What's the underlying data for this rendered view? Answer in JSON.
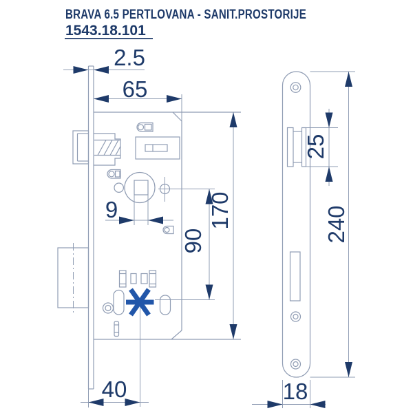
{
  "header": {
    "title": "BRAVA 6.5 PERTLOVANA - SANIT.PROSTORIJE",
    "code": "1543.18.101"
  },
  "views": {
    "left": "mortise lock side view",
    "right": "faceplate front view"
  },
  "dimensions": {
    "faceplate_thickness_mm": "2.5",
    "body_width_mm": "65",
    "follower_square_mm": "9",
    "follower_to_lock_point_mm": "90",
    "body_height_mm": "170",
    "backset_mm": "40",
    "latch_cutout_mm": "25",
    "faceplate_length_mm": "240",
    "faceplate_width_mm": "18"
  },
  "icons": {
    "privacy_lock_marker": "asterisk"
  },
  "colors": {
    "dimension_navy": "#1e3a69",
    "outline_blue_gray": "#8f9cb3",
    "marker_blue": "#2156a9",
    "background": "#ffffff"
  }
}
